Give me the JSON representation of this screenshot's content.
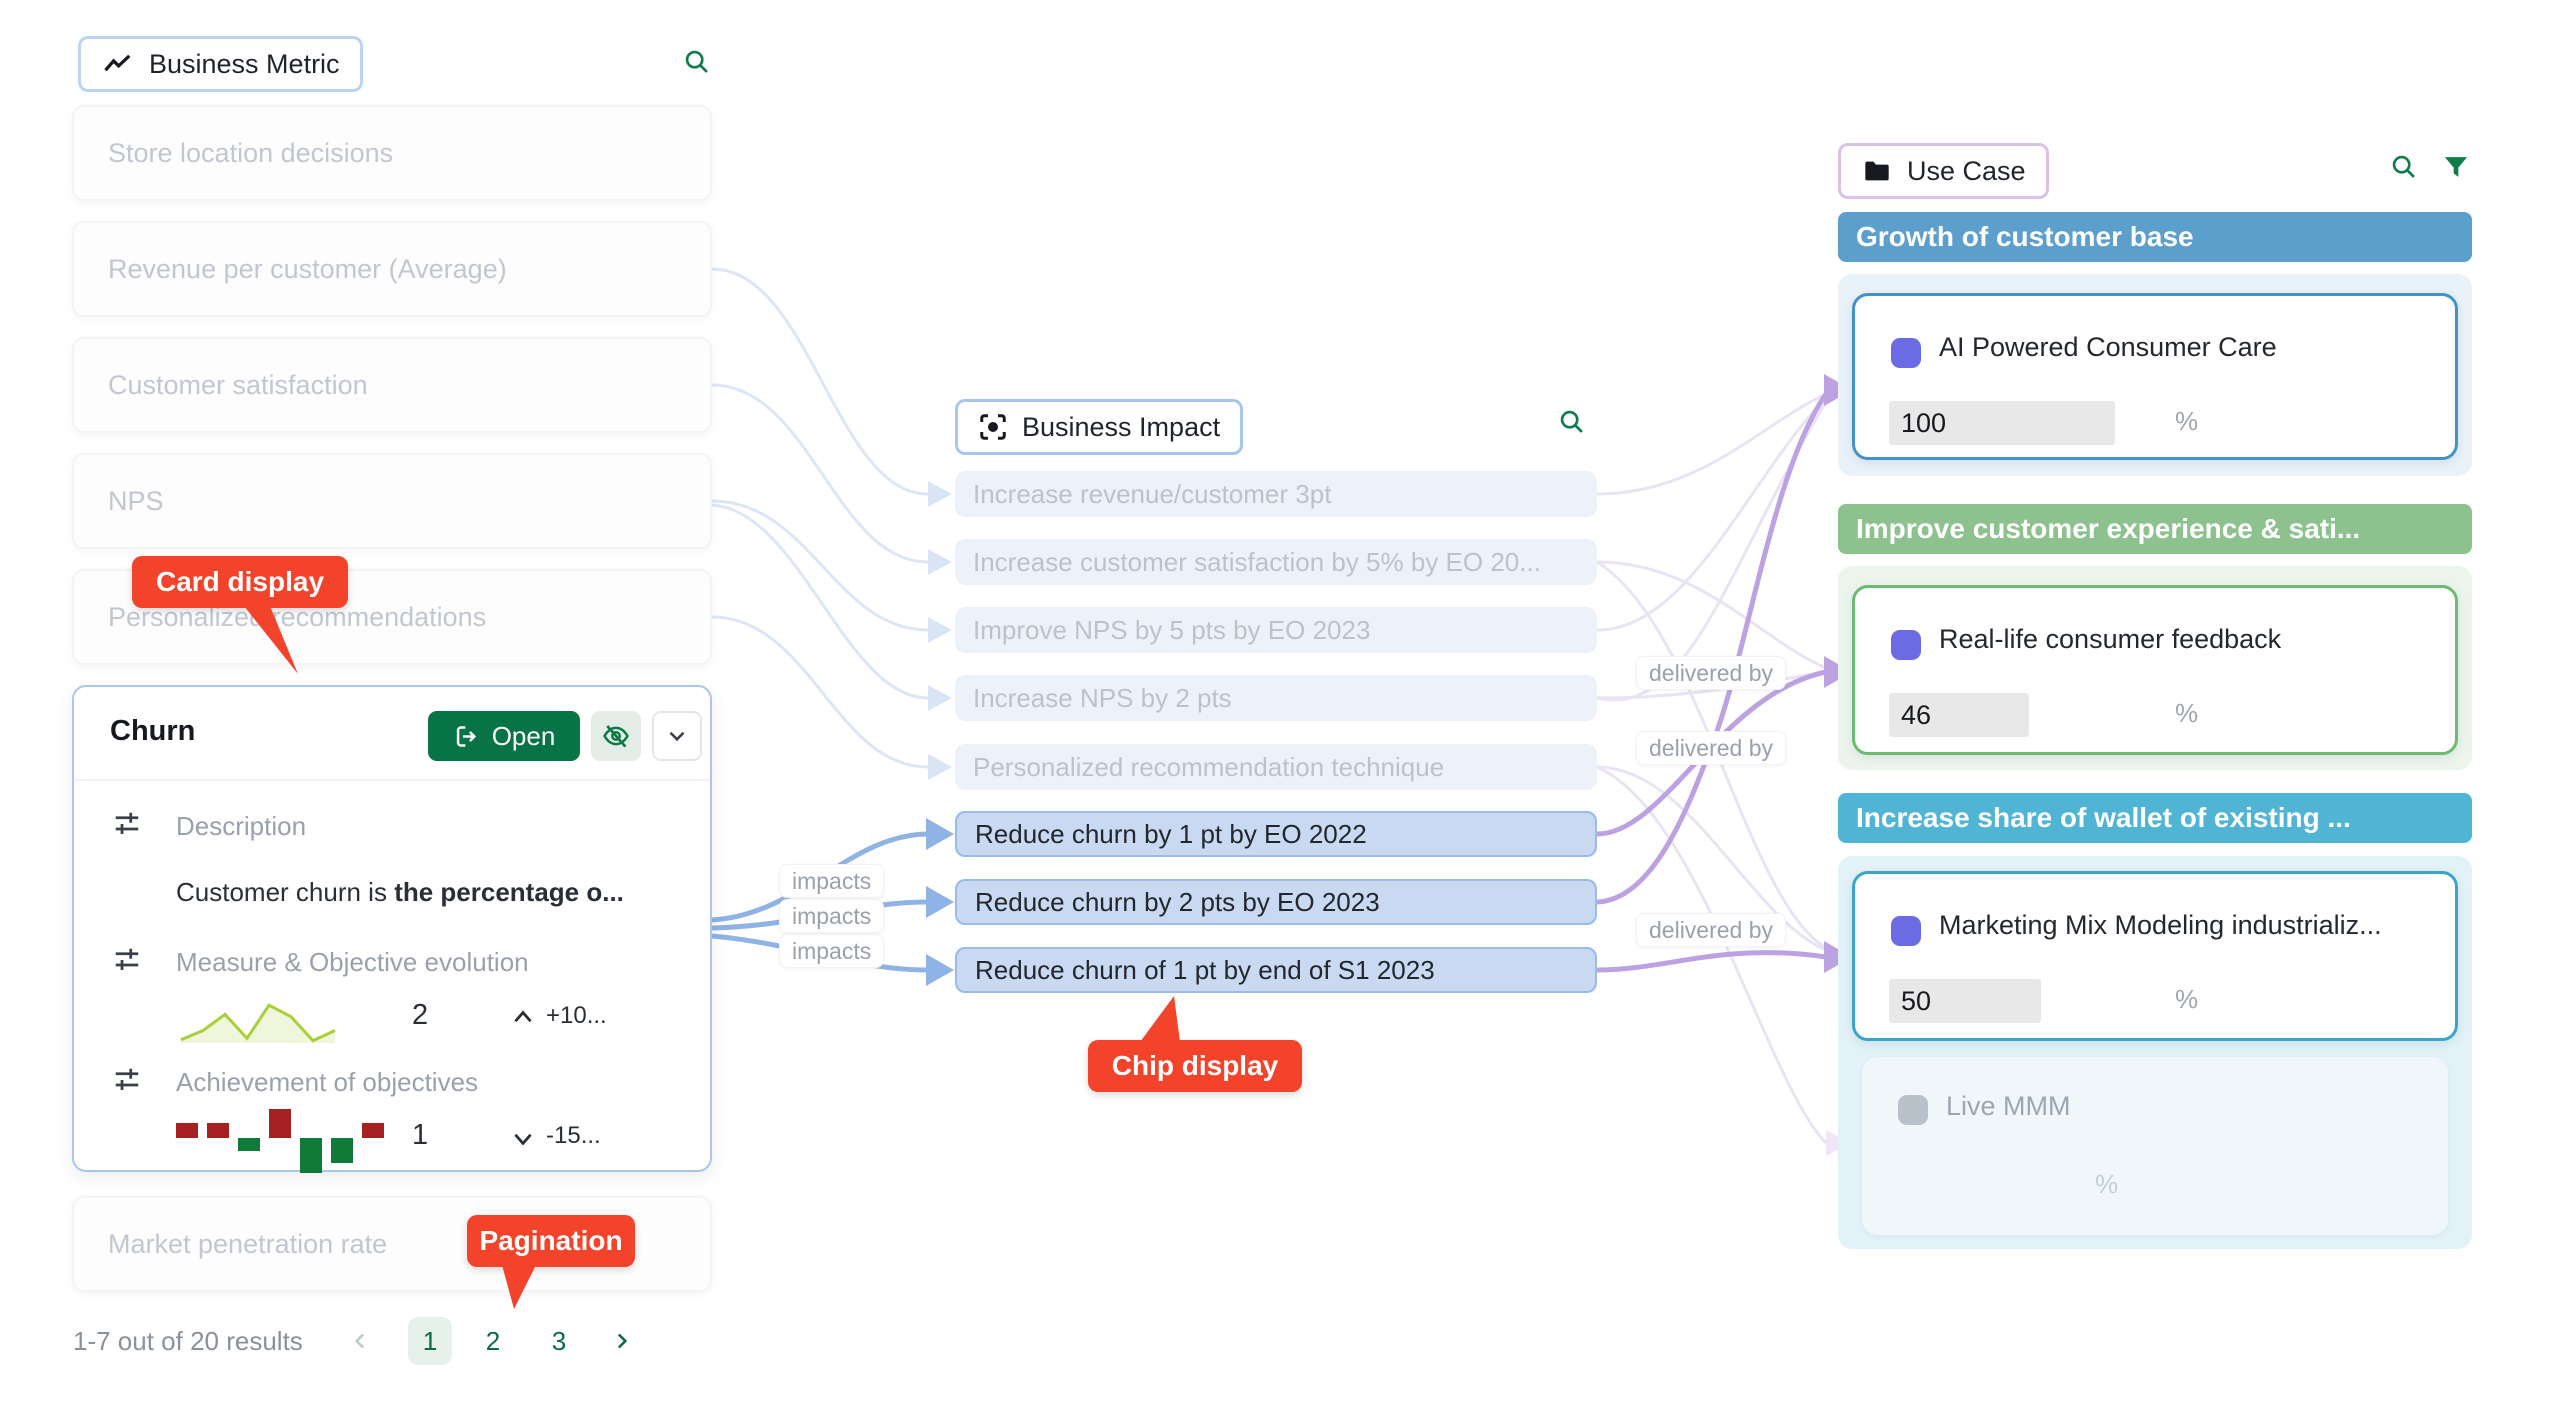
{
  "metric_panel": {
    "header_label": "Business Metric",
    "items": [
      "Store location decisions",
      "Revenue per customer (Average)",
      "Customer satisfaction",
      "NPS",
      "Personalized recommendations"
    ],
    "churn_card": {
      "title": "Churn",
      "open_button": "Open",
      "description_label": "Description",
      "description_value": "Customer churn is ",
      "description_value_bold": "the percentage o...",
      "measure_label": "Measure & Objective evolution",
      "measure_count": "2",
      "measure_trend": "+10...",
      "achievement_label": "Achievement of objectives",
      "achievement_count": "1",
      "achievement_trend": "-15...",
      "sparkline_values": [
        5,
        25,
        60,
        8,
        80,
        55,
        3,
        25
      ],
      "achievement_bars": [
        {
          "color": "#A62024",
          "dir": "up",
          "h": 15
        },
        {
          "color": "#A62024",
          "dir": "up",
          "h": 15
        },
        {
          "color": "#107B38",
          "dir": "down",
          "h": 13
        },
        {
          "color": "#A62024",
          "dir": "up",
          "h": 29
        },
        {
          "color": "#107B38",
          "dir": "down",
          "h": 35
        },
        {
          "color": "#107B38",
          "dir": "down",
          "h": 25
        },
        {
          "color": "#A62024",
          "dir": "up",
          "h": 15
        }
      ]
    },
    "bottom_item": "Market penetration rate",
    "pagination": {
      "summary": "1-7 out of 20 results",
      "pages": [
        "1",
        "2",
        "3"
      ],
      "active_page": "1"
    }
  },
  "impact_panel": {
    "header_label": "Business Impact",
    "chips": [
      {
        "label": "Increase revenue/customer 3pt",
        "state": "faded"
      },
      {
        "label": "Increase customer satisfaction by 5% by EO 20...",
        "state": "faded"
      },
      {
        "label": "Improve NPS by 5 pts by EO 2023",
        "state": "faded"
      },
      {
        "label": "Increase NPS by 2 pts",
        "state": "faded"
      },
      {
        "label": "Personalized recommendation technique",
        "state": "faded"
      },
      {
        "label": "Reduce churn by 1 pt by EO 2022",
        "state": "active"
      },
      {
        "label": "Reduce churn by 2 pts by EO 2023",
        "state": "active"
      },
      {
        "label": "Reduce churn of 1 pt by end of S1 2023",
        "state": "active"
      }
    ]
  },
  "usecase_panel": {
    "header_label": "Use Case",
    "groups": [
      {
        "title": "Growth of customer base",
        "cards": [
          {
            "title": "AI Powered Consumer Care",
            "value": "100",
            "unit": "%"
          }
        ]
      },
      {
        "title": "Improve customer experience & sati...",
        "cards": [
          {
            "title": "Real-life consumer feedback",
            "value": "46",
            "unit": "%"
          }
        ]
      },
      {
        "title": "Increase share of wallet of existing ...",
        "cards": [
          {
            "title": "Marketing Mix Modeling industrializ...",
            "value": "50",
            "unit": "%"
          },
          {
            "title": "Live MMM",
            "value": "",
            "unit": "%"
          }
        ]
      }
    ]
  },
  "edge_labels": {
    "impacts": [
      "impacts",
      "impacts",
      "impacts"
    ],
    "delivered_by": [
      "delivered by",
      "delivered by",
      "delivered by"
    ]
  },
  "callouts": {
    "card_display": "Card display",
    "chip_display": "Chip display",
    "pagination": "Pagination"
  },
  "colors": {
    "accent_green": "#0B7A45",
    "callout_red": "#F3432A",
    "edge_blue": "#8FB3E4",
    "edge_purple": "#BDA2E2",
    "group_blue": "#5C9FCD",
    "group_green": "#8DC18E",
    "group_teal": "#50B5D5",
    "node_dot_purple": "#6B6CE3"
  }
}
